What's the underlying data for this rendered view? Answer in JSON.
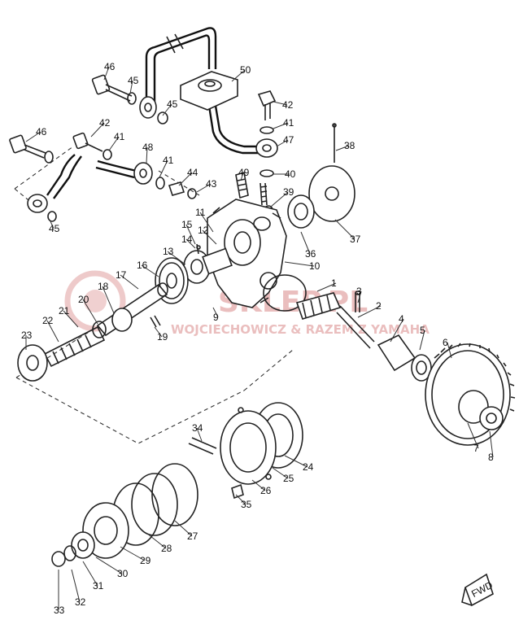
{
  "callouts": [
    {
      "n": "1"
    },
    {
      "n": "2"
    },
    {
      "n": "3"
    },
    {
      "n": "4"
    },
    {
      "n": "5"
    },
    {
      "n": "6"
    },
    {
      "n": "7"
    },
    {
      "n": "8"
    },
    {
      "n": "9"
    },
    {
      "n": "10"
    },
    {
      "n": "11"
    },
    {
      "n": "12"
    },
    {
      "n": "13"
    },
    {
      "n": "14"
    },
    {
      "n": "15"
    },
    {
      "n": "16"
    },
    {
      "n": "17"
    },
    {
      "n": "18"
    },
    {
      "n": "19"
    },
    {
      "n": "20"
    },
    {
      "n": "21"
    },
    {
      "n": "22"
    },
    {
      "n": "23"
    },
    {
      "n": "24"
    },
    {
      "n": "25"
    },
    {
      "n": "26"
    },
    {
      "n": "27"
    },
    {
      "n": "28"
    },
    {
      "n": "29"
    },
    {
      "n": "30"
    },
    {
      "n": "31"
    },
    {
      "n": "32"
    },
    {
      "n": "33"
    },
    {
      "n": "34"
    },
    {
      "n": "35"
    },
    {
      "n": "36"
    },
    {
      "n": "37"
    },
    {
      "n": "38"
    },
    {
      "n": "39"
    },
    {
      "n": "40"
    },
    {
      "n": "41"
    },
    {
      "n": "41"
    },
    {
      "n": "41"
    },
    {
      "n": "42"
    },
    {
      "n": "42"
    },
    {
      "n": "43"
    },
    {
      "n": "44"
    },
    {
      "n": "45"
    },
    {
      "n": "45"
    },
    {
      "n": "45"
    },
    {
      "n": "46"
    },
    {
      "n": "46"
    },
    {
      "n": "47"
    },
    {
      "n": "48"
    },
    {
      "n": "49"
    },
    {
      "n": "50"
    }
  ],
  "watermark": {
    "brand": "SKLEP.PL",
    "tagline": "WOJCIECHOWICZ & RAZEM Z YAMAHA"
  },
  "fwd_label": "FWD",
  "colors": {
    "line": "#222222",
    "watermark": "#d98a8a"
  }
}
